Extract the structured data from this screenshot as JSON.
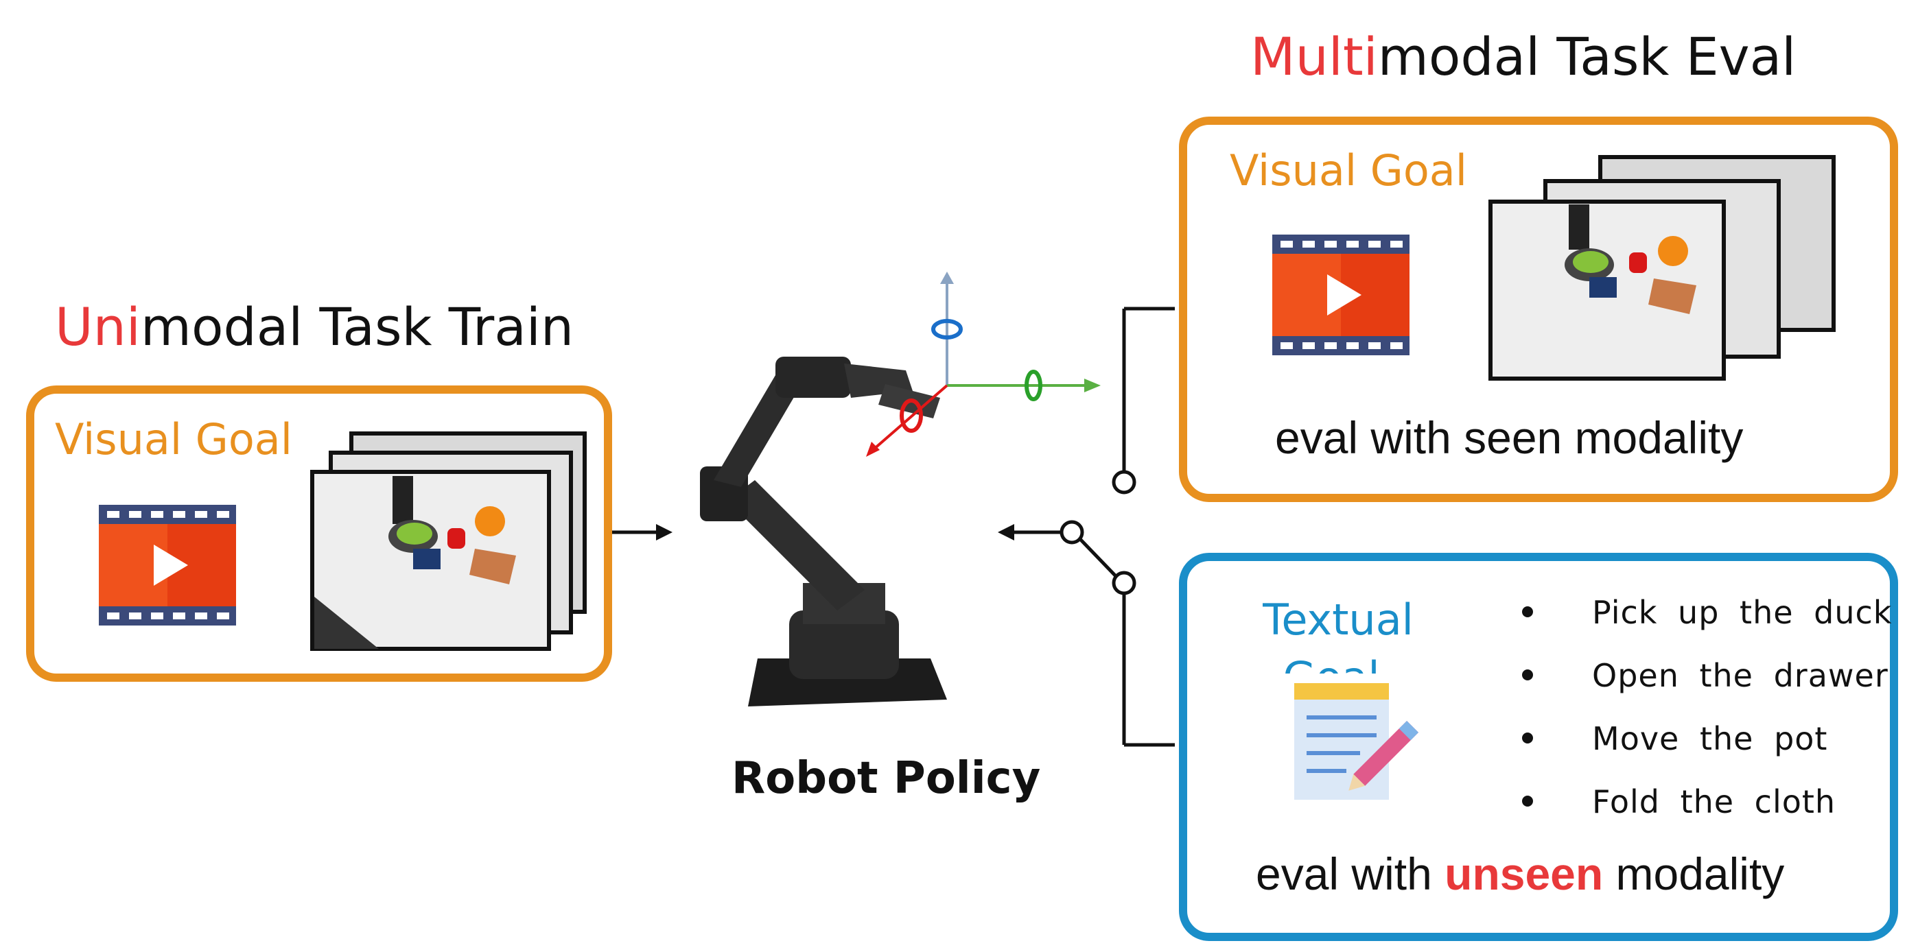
{
  "train": {
    "title_highlight": "Uni",
    "title_rest": "modal Task Train",
    "goal_label": "Visual Goal"
  },
  "eval": {
    "title_highlight": "Multi",
    "title_rest": "modal Task Eval",
    "visual_goal_label": "Visual Goal",
    "seen_text": "eval with seen modality",
    "textual_goal_label": "Textual Goal",
    "tasks": [
      "Pick up the duck",
      "Open the drawer",
      "Move the pot",
      "Fold the cloth"
    ],
    "unseen_prefix": "eval with ",
    "unseen_highlight": "unseen",
    "unseen_suffix": " modality"
  },
  "policy": {
    "label": "Robot Policy"
  },
  "colors": {
    "orange": "#e8901f",
    "blue": "#1a8ec9",
    "red_highlight": "#e8393a"
  },
  "icons": [
    "video-play-icon",
    "notepad-pencil-icon",
    "robot-arm-icon",
    "rotation-axes-icon"
  ]
}
